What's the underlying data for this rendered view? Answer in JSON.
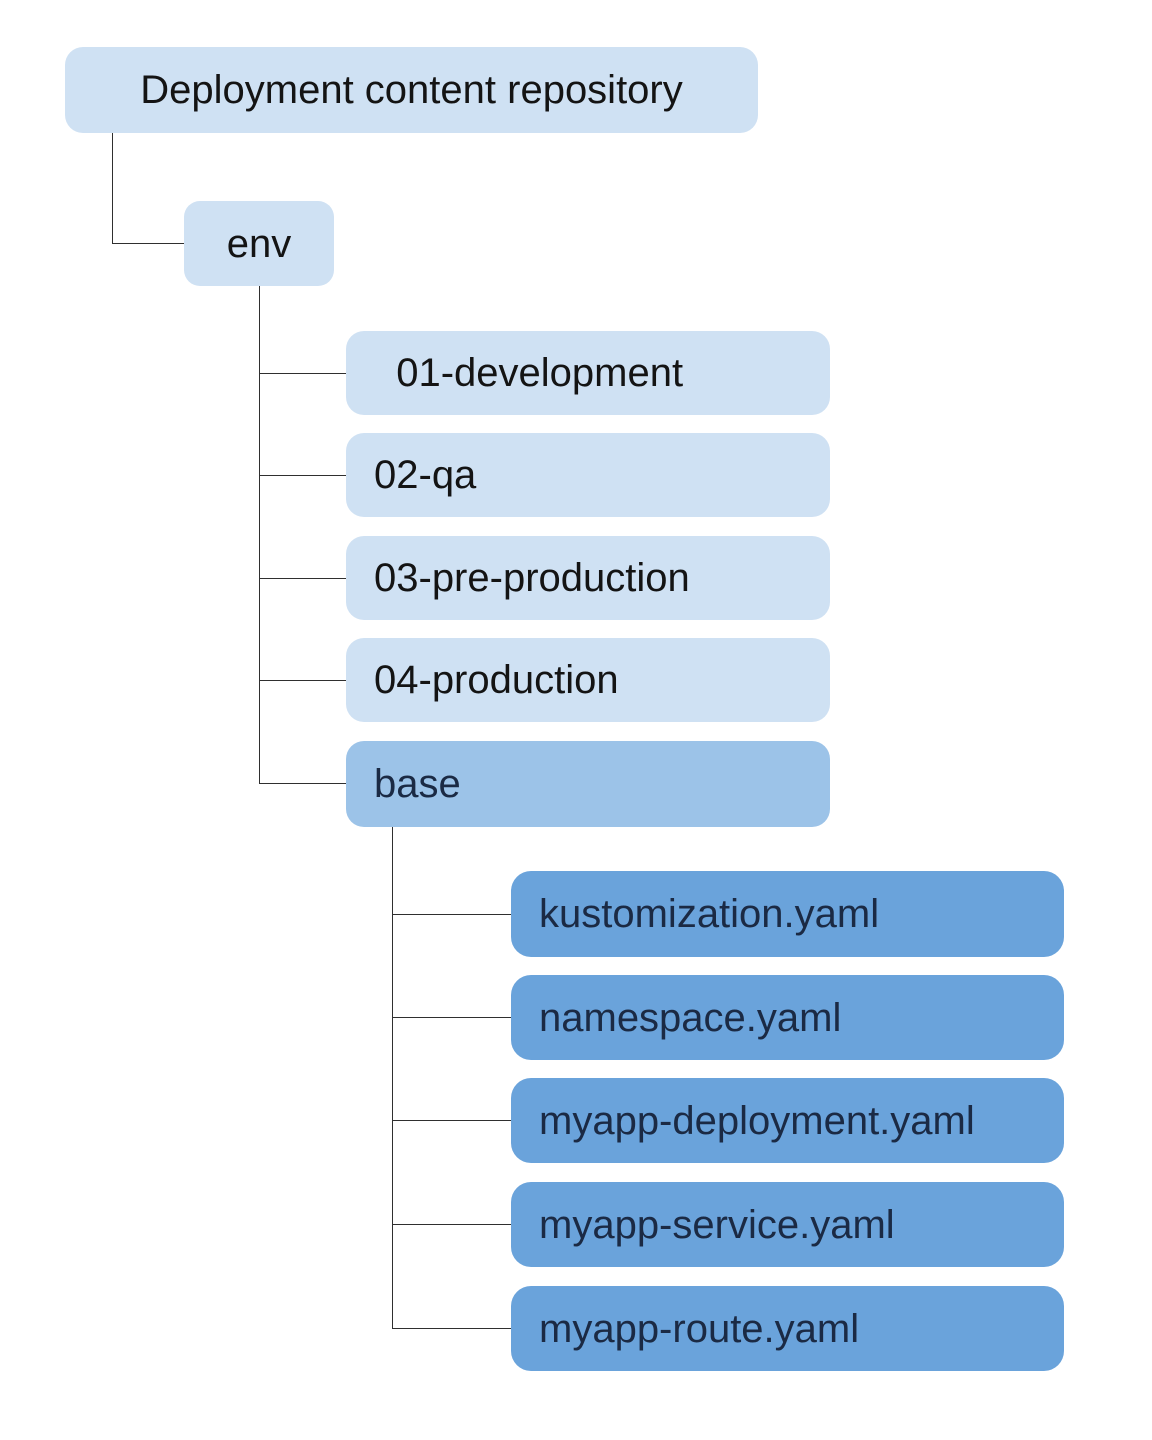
{
  "diagram": {
    "type": "tree",
    "description": "Deployment content repository folder structure",
    "hierarchy": {
      "root": "Deployment content repository",
      "children": [
        {
          "label": "env",
          "children": [
            "01-development",
            "02-qa",
            "03-pre-production",
            "04-production",
            {
              "label": "base",
              "children": [
                "kustomization.yaml",
                "namespace.yaml",
                "myapp-deployment.yaml",
                "myapp-service.yaml",
                "myapp-route.yaml"
              ]
            }
          ]
        }
      ]
    }
  },
  "nodes": {
    "repo": {
      "label": "Deployment content repository"
    },
    "env": {
      "label": "env"
    },
    "dev": {
      "label": "  01-development"
    },
    "qa": {
      "label": "02-qa"
    },
    "preprod": {
      "label": "03-pre-production"
    },
    "prod": {
      "label": "04-production"
    },
    "base": {
      "label": "base"
    },
    "kustomization": {
      "label": "kustomization.yaml"
    },
    "namespace": {
      "label": "namespace.yaml"
    },
    "deployment": {
      "label": "myapp-deployment.yaml"
    },
    "service": {
      "label": "myapp-service.yaml"
    },
    "route": {
      "label": "myapp-route.yaml"
    }
  },
  "colors": {
    "light_node": "#cfe1f3",
    "mid_node": "#9cc3e8",
    "dark_node": "#6aa3db",
    "text_on_light": "#141414",
    "text_on_dark": "#1b2a44",
    "line": "#2f2f2f",
    "background": "#ffffff"
  }
}
